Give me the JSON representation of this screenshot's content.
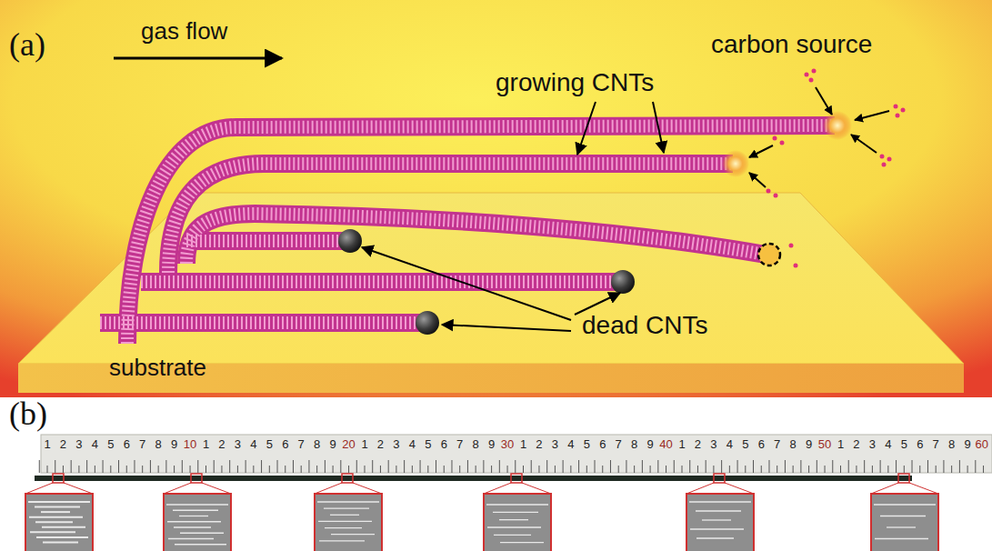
{
  "diagram": {
    "labels": [
      "(a)",
      "gas flow",
      "carbon source",
      "growing CNTs",
      "dead CNTs",
      "substrate",
      "(b)",
      "1",
      "2",
      "3",
      "4",
      "5",
      "6",
      "7",
      "8",
      "9",
      "10",
      "1",
      "2",
      "3",
      "4",
      "5",
      "6",
      "7",
      "8",
      "9",
      "20",
      "1",
      "2",
      "3",
      "4",
      "5",
      "6",
      "7",
      "8",
      "9",
      "30",
      "1",
      "2",
      "3",
      "4",
      "5",
      "6",
      "7",
      "8",
      "9",
      "40",
      "1",
      "2",
      "3",
      "4",
      "5",
      "6",
      "7",
      "8",
      "9",
      "50",
      "1",
      "2",
      "3",
      "4",
      "5",
      "6",
      "7",
      "8",
      "9",
      "60"
    ]
  }
}
